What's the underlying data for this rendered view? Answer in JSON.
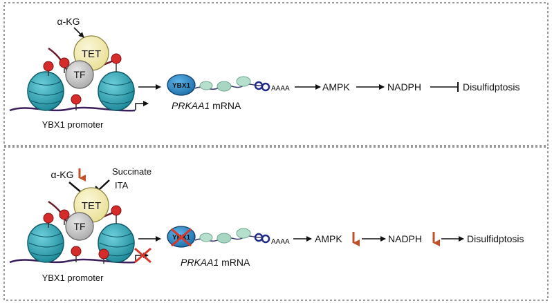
{
  "panel_top": {
    "alpha_kg": "α-KG",
    "tet": "TET",
    "tf": "TF",
    "promoter_label": "YBX1 promoter",
    "ybx1": "YBX1",
    "polya": "AAAA",
    "mrna_gene": "PRKAA1",
    "mrna_suffix": " mRNA",
    "ampk": "AMPK",
    "nadph": "NADPH",
    "outcome": "Disulfidptosis"
  },
  "panel_bottom": {
    "alpha_kg": "α-KG",
    "succinate": "Succinate",
    "ita": "ITA",
    "tet": "TET",
    "tf": "TF",
    "promoter_label": "YBX1 promoter",
    "ybx1": "YBX1",
    "polya": "AAAA",
    "mrna_gene": "PRKAA1",
    "mrna_suffix": " mRNA",
    "ampk": "AMPK",
    "nadph": "NADPH",
    "outcome": "Disulfidptosis"
  },
  "colors": {
    "nucleosome": "#2aa3b3",
    "nucleosome_dark": "#16707c",
    "methyl": "#d62b2b",
    "tet_fill": "#f4efbf",
    "tf_fill": "#c9c9c9",
    "ybx1_fill": "#2f8fce",
    "ribosome": "#a8d6c2",
    "down_arrow": "#c0522b",
    "inhibit_cross": "#d6382b"
  }
}
